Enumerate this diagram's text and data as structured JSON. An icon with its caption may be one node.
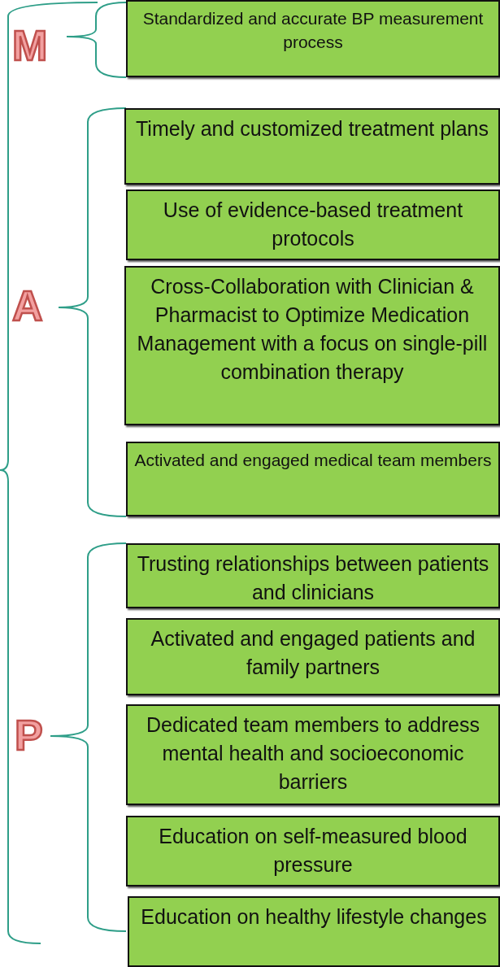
{
  "diagram": {
    "nodes": [
      {
        "text": [
          "Standardized and accurate BP measurement process"
        ]
      },
      {
        "text": [
          "Timely and customized treatment plans"
        ]
      },
      {
        "text": [
          "Use of evidence-based treatment protocols"
        ]
      },
      {
        "text": [
          "Cross-Collaboration with Clinician & Pharmacist to Optimize Medication Management with a focus on single-pill combination therapy"
        ]
      },
      {
        "text": [
          "Activated and engaged medical team members"
        ]
      },
      {
        "text": [
          "Trusting relationships between patients and clinicians"
        ]
      },
      {
        "text": [
          "Activated and engaged patients and family partners"
        ]
      },
      {
        "text": [
          "Dedicated team members to address mental health and socioeconomic barriers"
        ]
      },
      {
        "text": [
          "Education on self-measured blood pressure"
        ]
      },
      {
        "text": [
          "Education on healthy lifestyle changes"
        ]
      }
    ],
    "labels": [
      "M",
      "A",
      "P"
    ]
  }
}
